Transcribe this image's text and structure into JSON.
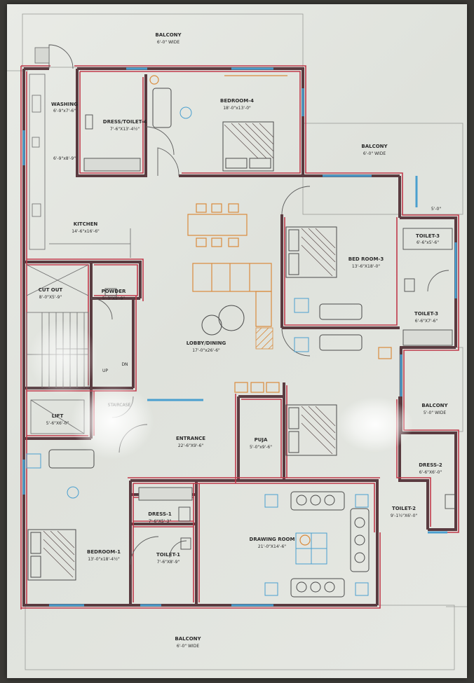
{
  "rooms": {
    "balcony_top": {
      "name": "BALCONY",
      "size": "6'-0\" WIDE"
    },
    "washing": {
      "name": "WASHING",
      "size": "6'-9\"x7'-6\""
    },
    "store": {
      "size": "6'-9\"x8'-9\""
    },
    "dress_toilet_4": {
      "name": "DRESS/TOILET-4",
      "size": "7'-6\"X13'-4½\""
    },
    "bedroom_4": {
      "name": "BEDROOM-4",
      "size": "18'-0\"x13'-0\""
    },
    "balcony_right_top": {
      "name": "BALCONY",
      "size": "6'-0\" WIDE"
    },
    "dim_right": {
      "size": "5'-0\""
    },
    "kitchen": {
      "name": "KITCHEN",
      "size": "14'-6\"x16'-6\""
    },
    "toilet_3_small": {
      "name": "TOILET-3",
      "size": "6'-6\"x5'-6\""
    },
    "bedroom_3": {
      "name": "BED ROOM-3",
      "size": "13'-6\"X18'-0\""
    },
    "cut_out": {
      "name": "CUT OUT",
      "size": "8'-0\"X5'-9\""
    },
    "powder": {
      "name": "POWDER",
      "size": "5'-3\"X5'-9\""
    },
    "toilet_3": {
      "name": "TOILET-3",
      "size": "6'-6\"X7'-6\""
    },
    "lobby": {
      "name": "LOBBY/DINING",
      "size": "17'-0\"x26'-6\""
    },
    "dn": {
      "name": "DN"
    },
    "up": {
      "name": "UP"
    },
    "staircase": {
      "name": "STAIRCASE"
    },
    "lift": {
      "name": "LIFT",
      "size": "5'-6\"X6'-0\""
    },
    "balcony_right_mid": {
      "name": "BALCONY",
      "size": "5'-0\" WIDE"
    },
    "entrance": {
      "name": "ENTRANCE",
      "size": "22'-6\"X9'-6\""
    },
    "puja": {
      "name": "PUJA",
      "size": "5'-0\"x9'-6\""
    },
    "dress_2": {
      "name": "DRESS-2",
      "size": "6'-6\"X6'-0\""
    },
    "dress_1": {
      "name": "DRESS-1",
      "size": "7'-6\"X5'-3\""
    },
    "toilet_2": {
      "name": "TOILET-2",
      "size": "9'-1½\"X6'-0\""
    },
    "drawing_room": {
      "name": "DRAWING ROOM",
      "size": "21'-0\"X14'-6\""
    },
    "bedroom_1": {
      "name": "BEDROOM-1",
      "size": "13'-0\"x18'-4½\""
    },
    "toilet_1": {
      "name": "TOILET-1",
      "size": "7'-6\"X8'-9\""
    },
    "balcony_bottom": {
      "name": "BALCONY",
      "size": "6'-0\" WIDE"
    }
  },
  "colors": {
    "wall_red": "#c0394a",
    "wall_dark": "#5a3b40",
    "window_blue": "#4a9fcf",
    "furniture_orange": "#d98a3c",
    "line_grey": "#8d8f8b",
    "text": "#2b2b2b",
    "paper": "#e6e8e3"
  }
}
